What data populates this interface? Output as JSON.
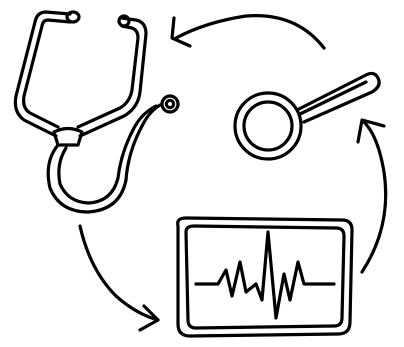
{
  "diagram": {
    "nodes": [
      {
        "id": "stethoscope",
        "icon": "stethoscope-icon"
      },
      {
        "id": "magnifier",
        "icon": "magnifying-glass-icon"
      },
      {
        "id": "monitor",
        "icon": "heart-monitor-icon"
      }
    ],
    "edges": [
      {
        "from": "stethoscope",
        "to": "monitor",
        "icon": "curved-arrow-icon"
      },
      {
        "from": "monitor",
        "to": "magnifier",
        "icon": "curved-arrow-icon"
      },
      {
        "from": "magnifier",
        "to": "stethoscope",
        "icon": "curved-arrow-icon"
      }
    ],
    "colors": {
      "ink": "#000000",
      "background": "#ffffff"
    }
  }
}
